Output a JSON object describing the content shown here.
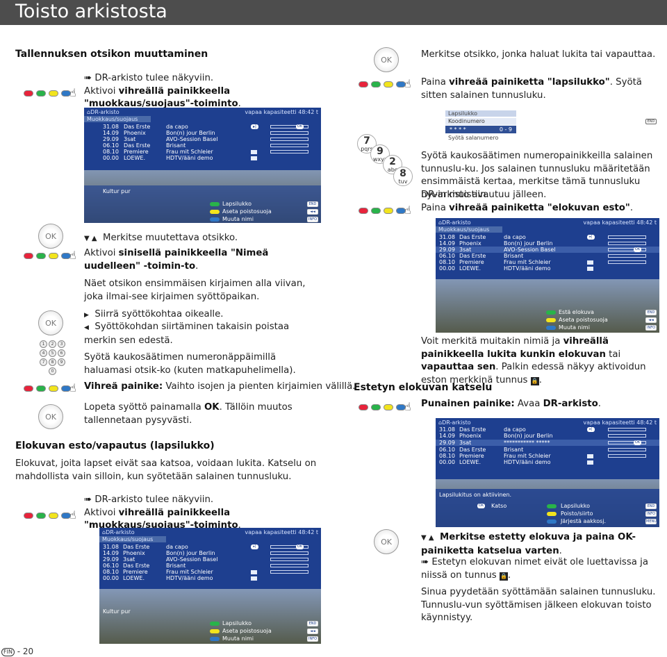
{
  "title": "Toisto arkistosta",
  "left": {
    "sec1_heading": "Tallennuksen otsikon muuttaminen",
    "p1a": "➠ DR-arkisto tulee näkyviin.",
    "p1b_pre": "Aktivoi ",
    "p1b_bold": "vihreällä painikkeella \"muokkaus/suojaus\"-toiminto",
    "p1b_post": ".",
    "p2": "Merkitse muutettava otsikko.",
    "p3_pre": "Aktivoi ",
    "p3_bold": "sinisellä painikkeella \"Nimeä uudelleen\" -toimin-to",
    "p3_post": ".",
    "p4": "Näet otsikon ensimmäisen kirjaimen alla viivan, joka ilmai-see kirjaimen syöttöpaikan.",
    "p5": "Siirrä syöttökohtaa oikealle.",
    "p6": "Syöttökohdan siirtäminen takaisin poistaa merkin sen edestä.",
    "p7": "Syötä kaukosäätimen numeronäppäimillä haluamasi otsik-ko (kuten matkapuhelimella).",
    "p8_bold": "Vihreä painike:",
    "p8_post": " Vaihto isojen ja pienten kirjaimien välillä.",
    "p9_pre": "Lopeta syöttö painamalla ",
    "p9_bold": "OK",
    "p9_post": ". Tällöin muutos tallennetaan pysyvästi.",
    "sec2_heading": "Elokuvan esto/vapautus (lapsilukko)",
    "p10": "Elokuvat, joita lapset eivät saa katsoa, voidaan lukita. Katselu on mahdollista vain silloin, kun syötetään salainen tunnusluku.",
    "p11a": "➠ DR-arkisto tulee näkyviin.",
    "p11b_pre": "Aktivoi ",
    "p11b_bold": "vihreällä painikkeella \"muokkaus/suojaus\"-toiminto",
    "p11b_post": "."
  },
  "right": {
    "r1": "Merkitse otsikko, jonka haluat lukita tai vapauttaa.",
    "r2_pre": "Paina ",
    "r2_bold": "vihreää painiketta \"lapsilukko\"",
    "r2_post": ". Syötä sitten salainen tunnusluku.",
    "r3": "Syötä kaukosäätimen numeropainikkeilla salainen tunnuslu-ku. Jos salainen tunnusluku määritetään ensimmäistä kertaa, merkitse tämä tunnusluku hyvin muistiin.",
    "r4": "DR-arkisto avautuu jälleen.",
    "r5_pre": "Paina ",
    "r5_bold": "vihreää painiketta \"elokuvan esto\"",
    "r5_post": ".",
    "r6_pre": "Voit merkitä muitakin nimiä ja ",
    "r6_bold1": "vihreällä painikkeella lukita kunkin elokuvan",
    "r6_mid": " tai ",
    "r6_bold2": "vapauttaa sen",
    "r6_post": ". Palkin edessä näkyy aktivoidun eston merkkinä tunnus",
    "sec3_heading": "Estetyn elokuvan katselu",
    "r7_bold": "Punainen painike:",
    "r7_mid": " Avaa ",
    "r7_bold2": "DR-arkisto",
    "r7_post": ".",
    "r8_bold": "Merkitse estetty elokuva ja paina OK-painiketta katselua varten",
    "r8_post": ".",
    "r9_pre": "➠ Estetyn elokuvan nimet eivät ole luettavissa ja niissä on tunnus",
    "r10": "Sinua pyydetään syöttämään salainen tunnusluku. Tunnuslu-vun syöttämisen jälkeen elokuvan toisto käynnistyy."
  },
  "screen": {
    "title": "DR-arkisto",
    "free": "vapaa kapasiteetti 48:42 t",
    "sub": "Muokkaus/suojaus",
    "rows": [
      {
        "date": "31.08",
        "ch": "Das Erste",
        "name": "da capo"
      },
      {
        "date": "14.09",
        "ch": "Phoenix",
        "name": "Bon(n) jour Berlin"
      },
      {
        "date": "29.09",
        "ch": "3sat",
        "name": "AVO-Session Basel"
      },
      {
        "date": "06.10",
        "ch": "Das Erste",
        "name": "Brisant"
      },
      {
        "date": "08.10",
        "ch": "Premiere",
        "name": "Frau mit Schleier"
      },
      {
        "date": "00.00",
        "ch": "LOEWE.",
        "name": "HDTV/ääni demo"
      }
    ],
    "masked": "*********** *****",
    "kultur": "Kultur pur",
    "menu1": [
      "Lapsilukko",
      "Aseta poistosuoja",
      "Muuta nimi"
    ],
    "menu1_keys": [
      "END",
      "◄◄",
      "INFO"
    ],
    "menu2": [
      "Estä elokuva",
      "Aseta poistosuoja",
      "Muuta nimi"
    ],
    "pin_title": "Lapsilukko",
    "pin_label": "Koodinumero",
    "pin_value": "* * * *",
    "pin_hint": "Syötä salanumero",
    "pin_nav": "0 - 9",
    "lock_msg": "Lapsilukitus on aktiivinen.",
    "menu3": [
      "Katso",
      "Lapsilukko",
      "Poisto/siirto",
      "Järjestä aakkosj."
    ],
    "menu3_keys": [
      "END",
      "INFO",
      "MENU"
    ]
  },
  "keys": [
    {
      "num": "7",
      "letters": "pqrs"
    },
    {
      "num": "9",
      "letters": "wxyz"
    },
    {
      "num": "2",
      "letters": "abc"
    },
    {
      "num": "8",
      "letters": "tuv"
    }
  ],
  "ok_label": "OK",
  "footer": {
    "badge": "FIN",
    "page": " - 20"
  },
  "colors": {
    "header_bg": "#4d4d4d",
    "screen_bg": "#1e3f8f",
    "red": "#e8233b",
    "green": "#29b34a",
    "yellow": "#f2e41d",
    "blue": "#2f78c6"
  }
}
